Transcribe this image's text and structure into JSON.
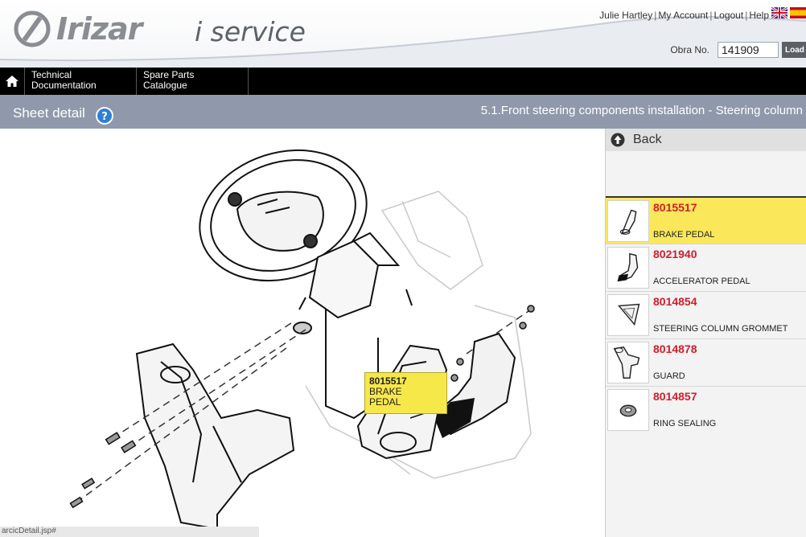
{
  "header": {
    "brand": "Irizar",
    "app_name": "i service",
    "user_name": "Julie Hartley",
    "links": {
      "my_account": "My Account",
      "logout": "Logout",
      "help": "Help"
    },
    "obra_label": "Obra No.",
    "obra_value": "141909",
    "load_label": "Load"
  },
  "nav": {
    "items": [
      {
        "line1": "Technical",
        "line2": "Documentation"
      },
      {
        "line1": "Spare Parts",
        "line2": "Catalogue"
      }
    ]
  },
  "titlebar": {
    "title": "Sheet detail",
    "sheet_path": "5.1.Front steering components installation - Steering column"
  },
  "callout": {
    "code": "8015517",
    "line1": "BRAKE",
    "line2": "PEDAL"
  },
  "status_bar": {
    "text": "arcicDetail.jsp#"
  },
  "sidepanel": {
    "back_label": "Back",
    "parts": [
      {
        "code": "8015517",
        "desc": "BRAKE PEDAL",
        "selected": true
      },
      {
        "code": "8021940",
        "desc": "ACCELERATOR PEDAL",
        "selected": false
      },
      {
        "code": "8014854",
        "desc": "STEERING COLUMN GROMMET",
        "selected": false
      },
      {
        "code": "8014878",
        "desc": "GUARD",
        "selected": false
      },
      {
        "code": "8014857",
        "desc": "RING SEALING",
        "selected": false
      }
    ]
  },
  "colors": {
    "navbar": "#000000",
    "titlebar": "#8f99ab",
    "selected": "#fbe85a",
    "part_code": "#d11d2c",
    "callout": "#f7e84a"
  }
}
